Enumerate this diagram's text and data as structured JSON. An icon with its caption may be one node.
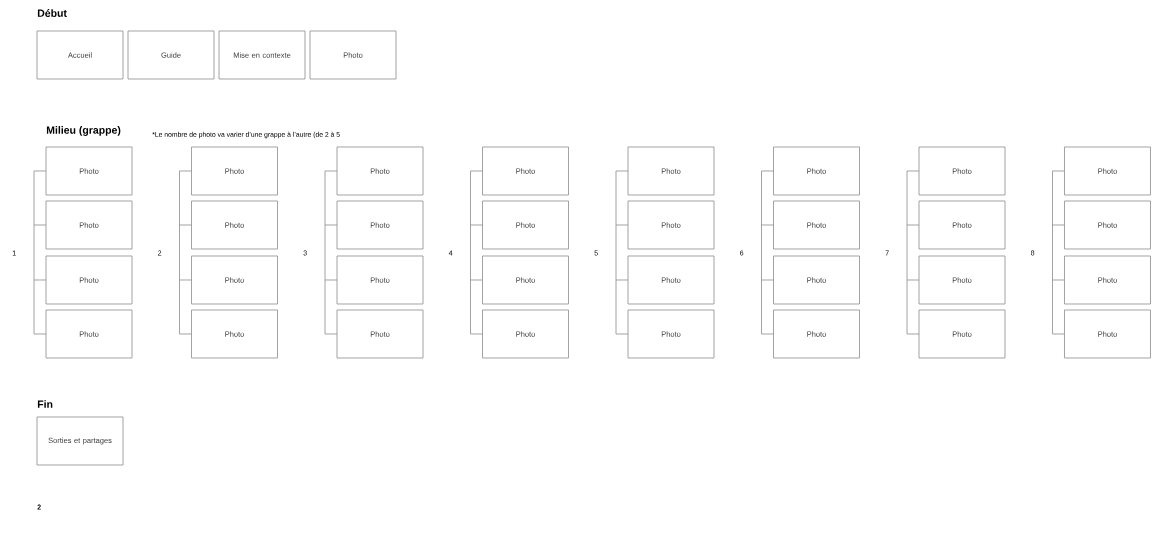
{
  "diagram": {
    "nodes": [
      {
        "text": [
          "Accueil"
        ]
      },
      {
        "text": [
          "Guide"
        ]
      },
      {
        "text": [
          "Mise en contexte"
        ]
      },
      {
        "text": [
          "Photo"
        ]
      },
      {
        "text": [
          "Photo"
        ]
      },
      {
        "text": [
          "Photo"
        ]
      },
      {
        "text": [
          "Photo"
        ]
      },
      {
        "text": [
          "Photo"
        ]
      },
      {
        "text": [
          "Photo"
        ]
      },
      {
        "text": [
          "Photo"
        ]
      },
      {
        "text": [
          "Photo"
        ]
      },
      {
        "text": [
          "Photo"
        ]
      },
      {
        "text": [
          "Photo"
        ]
      },
      {
        "text": [
          "Photo"
        ]
      },
      {
        "text": [
          "Photo"
        ]
      },
      {
        "text": [
          "Photo"
        ]
      },
      {
        "text": [
          "Photo"
        ]
      },
      {
        "text": [
          "Photo"
        ]
      },
      {
        "text": [
          "Photo"
        ]
      },
      {
        "text": [
          "Photo"
        ]
      },
      {
        "text": [
          "Photo"
        ]
      },
      {
        "text": [
          "Photo"
        ]
      },
      {
        "text": [
          "Photo"
        ]
      },
      {
        "text": [
          "Photo"
        ]
      },
      {
        "text": [
          "Photo"
        ]
      },
      {
        "text": [
          "Photo"
        ]
      },
      {
        "text": [
          "Photo"
        ]
      },
      {
        "text": [
          "Photo"
        ]
      },
      {
        "text": [
          "Photo"
        ]
      },
      {
        "text": [
          "Photo"
        ]
      },
      {
        "text": [
          "Photo"
        ]
      },
      {
        "text": [
          "Photo"
        ]
      },
      {
        "text": [
          "Photo"
        ]
      },
      {
        "text": [
          "Photo"
        ]
      },
      {
        "text": [
          "Photo"
        ]
      },
      {
        "text": [
          "Photo"
        ]
      },
      {
        "text": [
          "Sorties et partages"
        ]
      }
    ],
    "labels": [
      "Début",
      "Milieu (grappe)",
      "*Le nombre de photo va varier d’une grappe à l’autre (de 2 à 5",
      "1",
      "2",
      "3",
      "4",
      "5",
      "6",
      "7",
      "8",
      "Fin",
      "2"
    ]
  }
}
